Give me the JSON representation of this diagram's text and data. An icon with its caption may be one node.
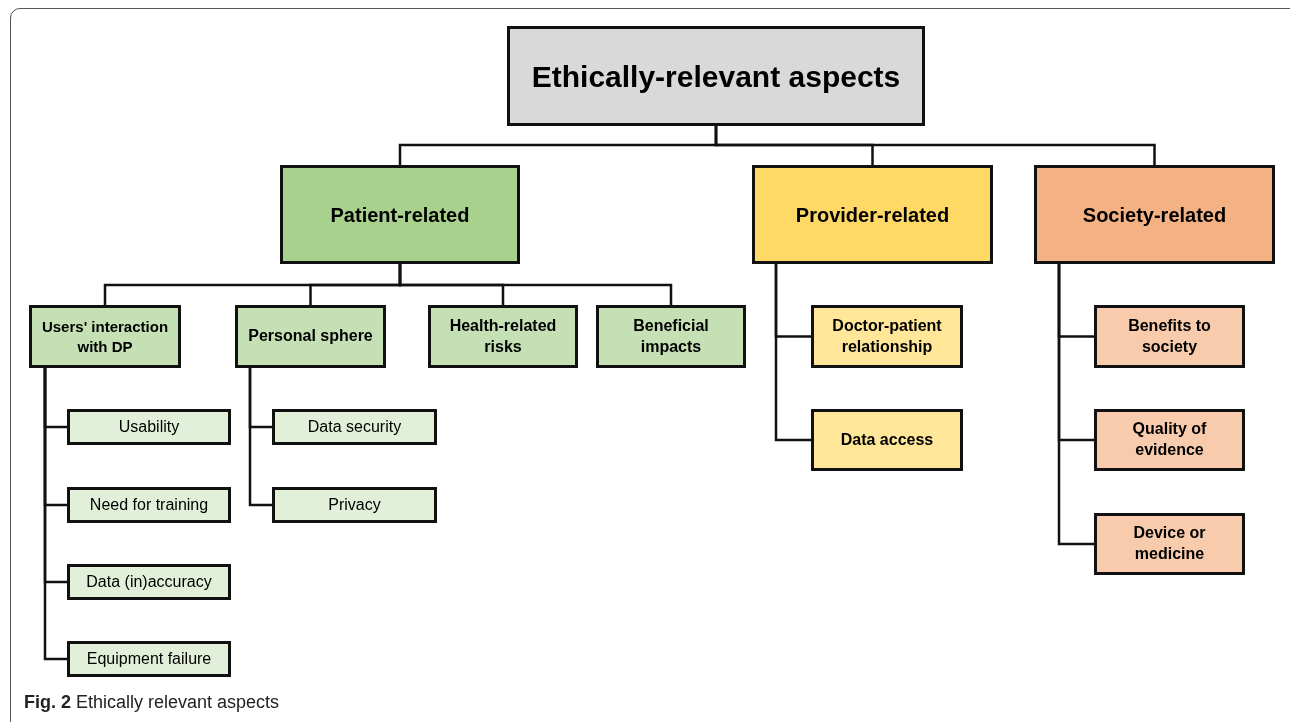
{
  "diagram": {
    "caption": "**Fig. 2** Ethically relevant aspects",
    "nodes": [
      {
        "text": [
          "Ethically-relevant aspects"
        ]
      },
      {
        "text": [
          "Patient-related"
        ]
      },
      {
        "text": [
          "Provider-related"
        ]
      },
      {
        "text": [
          "Society-related"
        ]
      },
      {
        "text": [
          "Users' interaction with DP"
        ]
      },
      {
        "text": [
          "Personal sphere"
        ]
      },
      {
        "text": [
          "Health-related risks"
        ]
      },
      {
        "text": [
          "Beneficial impacts"
        ]
      },
      {
        "text": [
          "Usability"
        ]
      },
      {
        "text": [
          "Need for training"
        ]
      },
      {
        "text": [
          "Data (in)accuracy"
        ]
      },
      {
        "text": [
          "Equipment failure"
        ]
      },
      {
        "text": [
          "Data security"
        ]
      },
      {
        "text": [
          "Privacy"
        ]
      },
      {
        "text": [
          "Doctor-patient relationship"
        ]
      },
      {
        "text": [
          "Data access"
        ]
      },
      {
        "text": [
          "Benefits to society"
        ]
      },
      {
        "text": [
          "Quality of evidence"
        ]
      },
      {
        "text": [
          "Device or medicine"
        ]
      }
    ],
    "edges": [
      {
        "from": 0,
        "to": 1,
        "arrow": "none"
      },
      {
        "from": 0,
        "to": 2,
        "arrow": "none"
      },
      {
        "from": 0,
        "to": 3,
        "arrow": "none"
      },
      {
        "from": 1,
        "to": 4,
        "arrow": "none"
      },
      {
        "from": 1,
        "to": 5,
        "arrow": "none"
      },
      {
        "from": 1,
        "to": 6,
        "arrow": "none"
      },
      {
        "from": 1,
        "to": 7,
        "arrow": "none"
      },
      {
        "from": 4,
        "to": 8,
        "arrow": "none"
      },
      {
        "from": 4,
        "to": 9,
        "arrow": "none"
      },
      {
        "from": 4,
        "to": 10,
        "arrow": "none"
      },
      {
        "from": 4,
        "to": 11,
        "arrow": "none"
      },
      {
        "from": 5,
        "to": 12,
        "arrow": "none"
      },
      {
        "from": 5,
        "to": 13,
        "arrow": "none"
      },
      {
        "from": 2,
        "to": 14,
        "arrow": "none"
      },
      {
        "from": 2,
        "to": 15,
        "arrow": "none"
      },
      {
        "from": 3,
        "to": 16,
        "arrow": "none"
      },
      {
        "from": 3,
        "to": 17,
        "arrow": "none"
      },
      {
        "from": 3,
        "to": 18,
        "arrow": "none"
      }
    ]
  }
}
